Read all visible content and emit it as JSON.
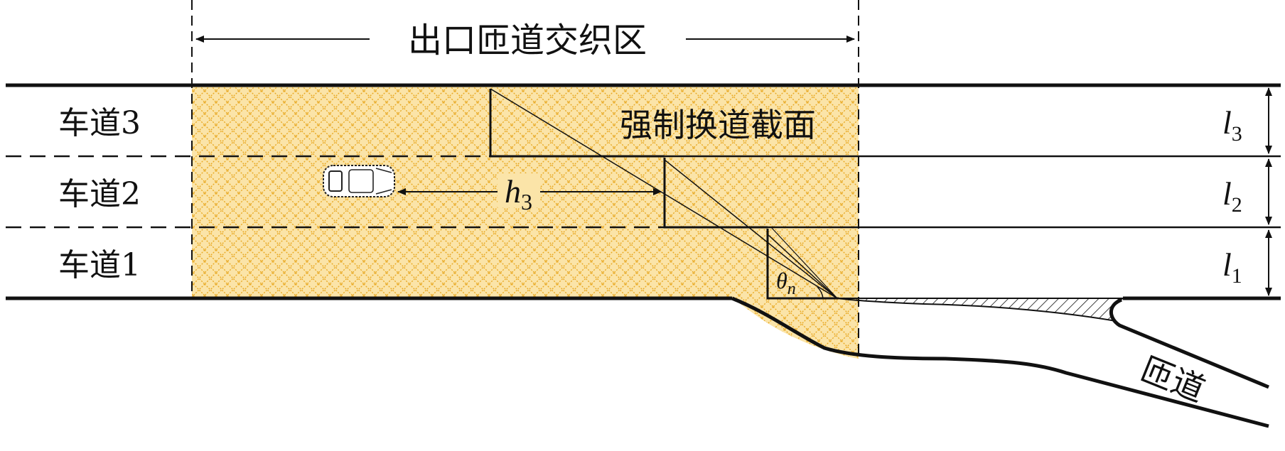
{
  "zone_title": "出口匝道交织区",
  "forced_section_label": "强制换道截面",
  "lanes": [
    {
      "label": "车道3",
      "width_symbol": "l",
      "width_sub": "3"
    },
    {
      "label": "车道2",
      "width_symbol": "l",
      "width_sub": "2"
    },
    {
      "label": "车道1",
      "width_symbol": "l",
      "width_sub": "1"
    }
  ],
  "distance_label": {
    "symbol": "h",
    "sub": "3"
  },
  "angle_label": {
    "symbol": "θ",
    "sub": "n"
  },
  "ramp_label": "匝道",
  "colors": {
    "zone_fill": "#fbe4a8",
    "zone_hatch": "#e8a822",
    "line": "#111111",
    "background": "#ffffff"
  }
}
